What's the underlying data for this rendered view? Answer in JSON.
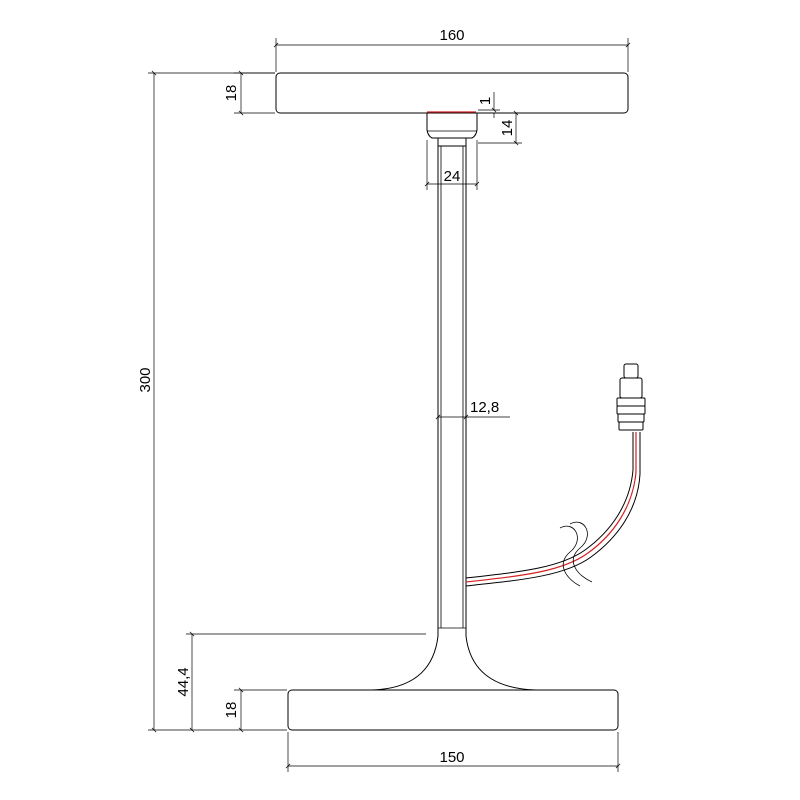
{
  "dimensions": {
    "top_disc_width": "160",
    "top_disc_height": "18",
    "mount_gap": "1",
    "mount_height": "14",
    "mount_width": "24",
    "total_height": "300",
    "stem_diameter": "12,8",
    "base_flare_height": "44,4",
    "base_disc_height": "18",
    "base_disc_width": "150"
  },
  "colors": {
    "line": "#000000",
    "wire": "#d42020",
    "background": "#ffffff"
  }
}
